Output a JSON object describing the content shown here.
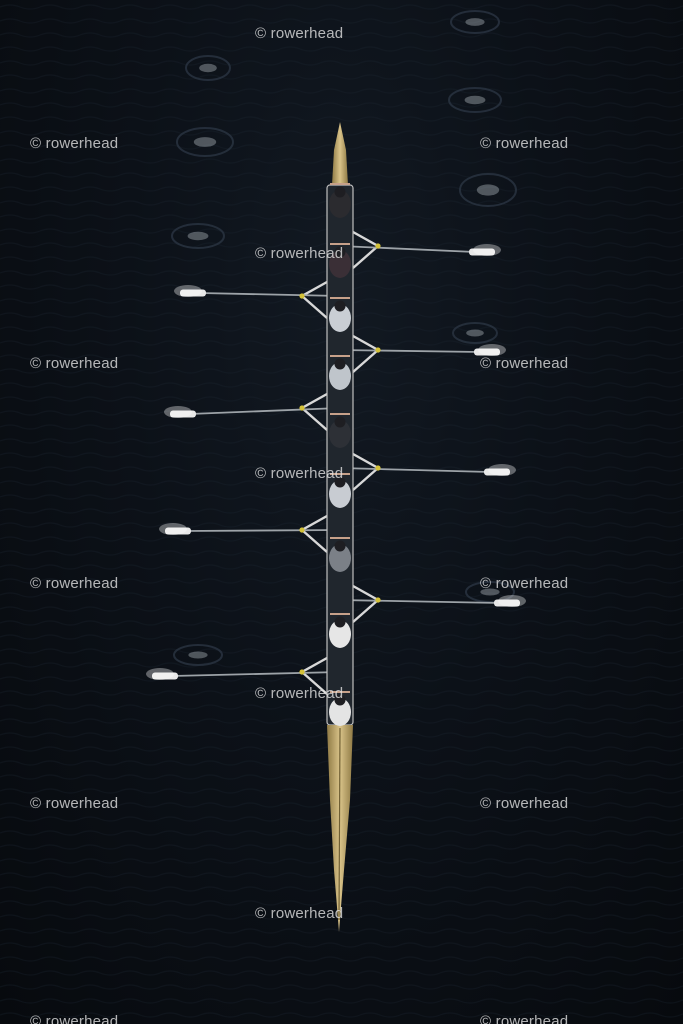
{
  "photo": {
    "subject": "rowing-eight-aerial",
    "oars_per_side": 4,
    "crew_count": 9
  },
  "watermark": {
    "text": "© rowerhead"
  },
  "colors": {
    "water": "#0c1118",
    "hull": "#c9b27a",
    "rigger": "#d8d8d8",
    "oar_blade": "#e8e8e8",
    "splash": "#ffffff"
  }
}
